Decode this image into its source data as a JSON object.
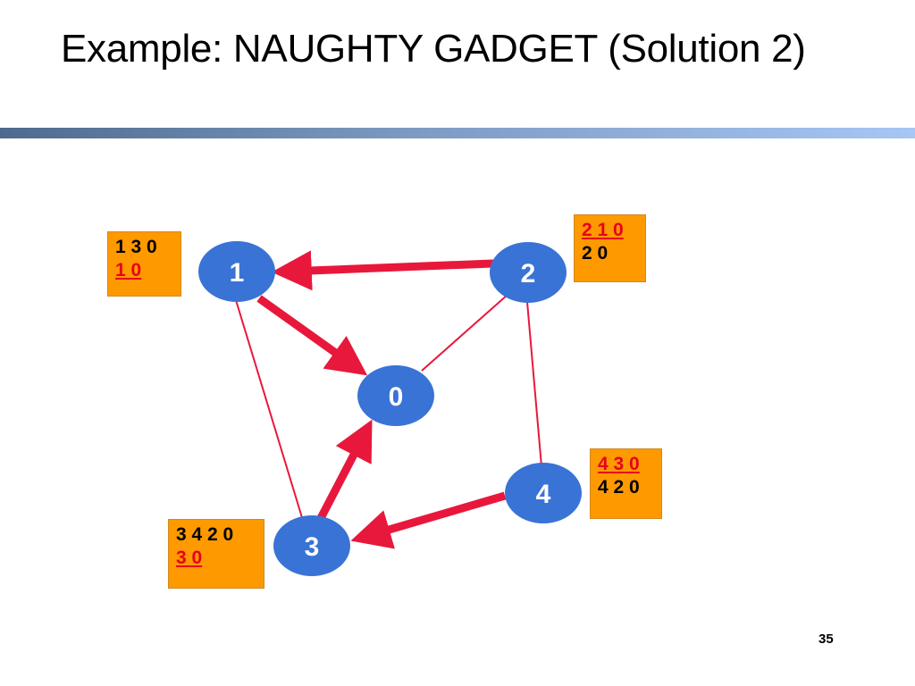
{
  "slide": {
    "title": "Example: NAUGHTY GADGET (Solution 2)",
    "page_number": "35"
  },
  "colors": {
    "node_fill": "#3a73d6",
    "edge_red": "#e8183c",
    "box_fill": "#ff9900",
    "highlight_text": "#e8001e"
  },
  "graph": {
    "nodes": [
      {
        "id": "0",
        "label": "0"
      },
      {
        "id": "1",
        "label": "1"
      },
      {
        "id": "2",
        "label": "2"
      },
      {
        "id": "3",
        "label": "3"
      },
      {
        "id": "4",
        "label": "4"
      }
    ],
    "edges": [
      {
        "from": "1",
        "to": "3",
        "style": "thin"
      },
      {
        "from": "2",
        "to": "0",
        "style": "thin"
      },
      {
        "from": "2",
        "to": "4",
        "style": "thin"
      },
      {
        "from": "2",
        "to": "1",
        "style": "thick-arrow"
      },
      {
        "from": "1",
        "to": "0",
        "style": "thick-arrow"
      },
      {
        "from": "3",
        "to": "0",
        "style": "thick-arrow"
      },
      {
        "from": "4",
        "to": "3",
        "style": "thick-arrow"
      }
    ]
  },
  "tables": {
    "node1": {
      "row1": "1 3 0",
      "row2": "1 0",
      "highlight_row": 2
    },
    "node2": {
      "row1": "2 1 0",
      "row2": "2 0",
      "highlight_row": 1
    },
    "node4": {
      "row1": "4 3 0",
      "row2": "4 2 0",
      "highlight_row": 1
    },
    "node3": {
      "row1": "3 4 2 0",
      "row2": "3 0",
      "highlight_row": 2
    }
  }
}
